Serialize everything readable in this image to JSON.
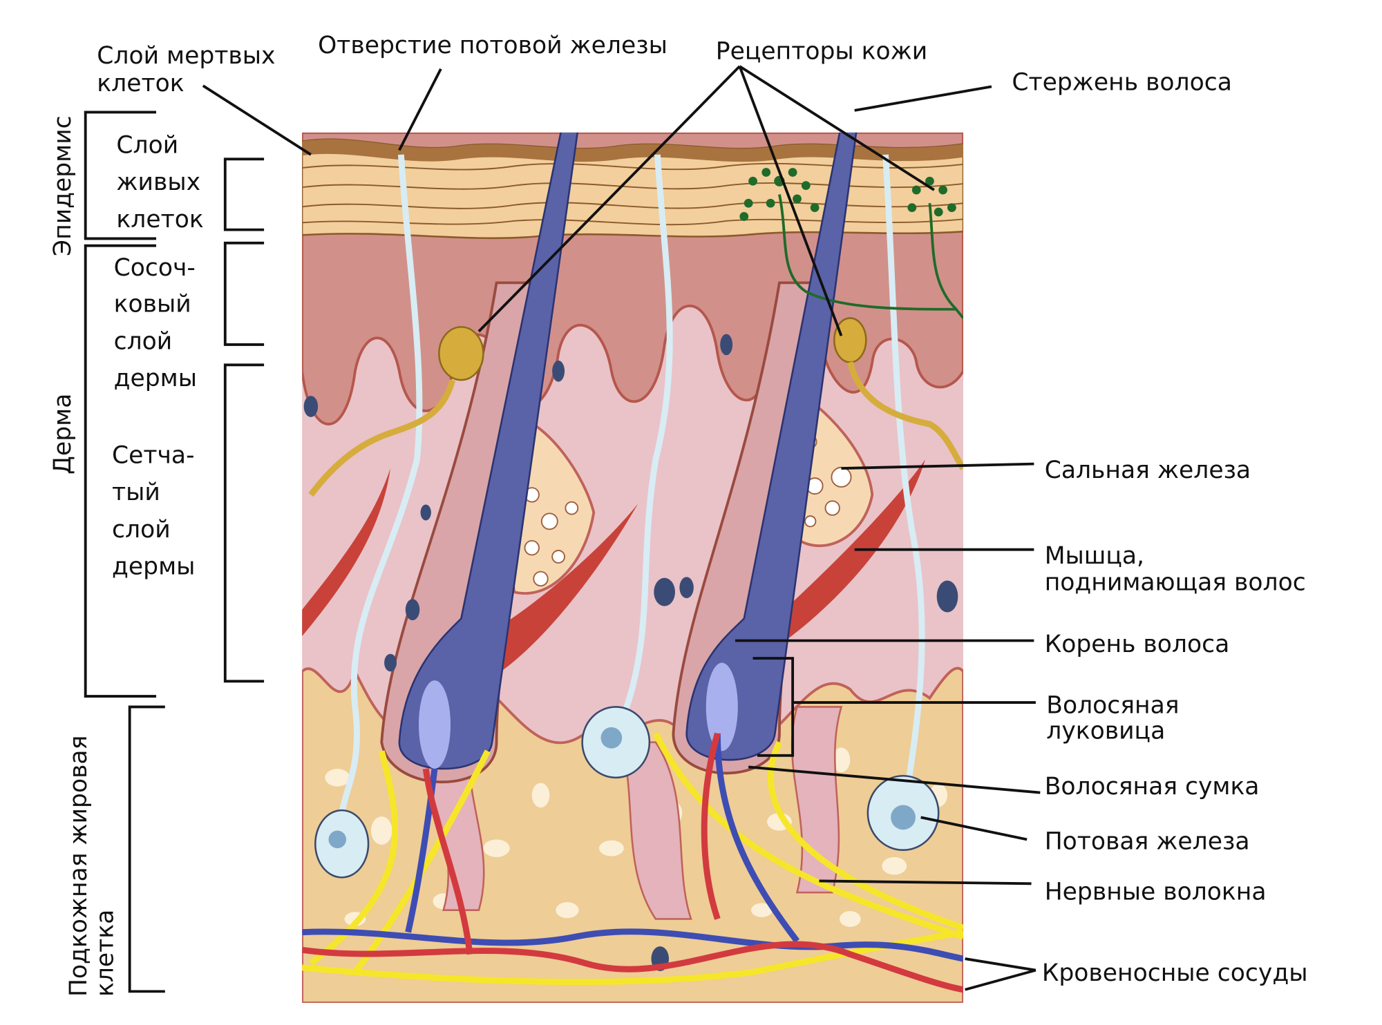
{
  "title_labels": {
    "dead_cells": [
      "Слой мертвых",
      "клеток"
    ],
    "sweat_pore": "Отверстие потовой железы",
    "receptors": "Рецепторы кожи",
    "hair_shaft": "Стержень волоса"
  },
  "left_labels": {
    "epidermis": "Эпидермис",
    "living_cells": [
      "Слой",
      "живых",
      "клеток"
    ],
    "papillary": [
      "Сосоч-",
      "ковый",
      "слой",
      "дермы"
    ],
    "dermis": "Дерма",
    "reticular": [
      "Сетча-",
      "тый",
      "слой",
      "дермы"
    ],
    "subcutaneous": [
      "Подкожная жировая",
      "клетка"
    ]
  },
  "right_labels": {
    "sebaceous": "Сальная железа",
    "muscle": [
      "Мышца,",
      "поднимающая волос"
    ],
    "hair_root": "Корень волоса",
    "hair_bulb": [
      "Волосяная",
      "луковица"
    ],
    "follicle": "Волосяная сумка",
    "sweat_gland": "Потовая железа",
    "nerves": "Нервные волокна",
    "vessels": "Кровеносные сосуды"
  },
  "colors": {
    "epidermis": "#f2cf9c",
    "papillary": "#d2908b",
    "reticular": "#e9c3c8",
    "fat": "#eecd96",
    "hair": "#5a62a8",
    "artery": "#d23a3f",
    "vein": "#3e4db3",
    "nerve": "#f6e62a"
  }
}
